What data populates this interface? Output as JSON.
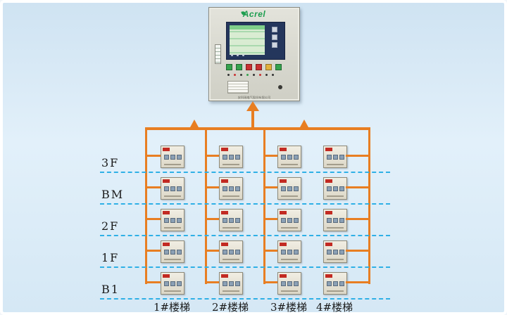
{
  "cabinet": {
    "brand": "Acrel",
    "footer": "安科瑞电气股份有限公司",
    "buttons": [
      "#35A24D",
      "#35A24D",
      "#C93030",
      "#C93030",
      "#E2B13C",
      "#35A24D"
    ],
    "leds": [
      "#333333",
      "#C93030",
      "#333333",
      "#35A24D",
      "#333333",
      "#C93030",
      "#333333",
      "#333333"
    ]
  },
  "floors": [
    "3F",
    "BM",
    "2F",
    "1F",
    "B1"
  ],
  "staircases": [
    "1#楼梯",
    "2#楼梯",
    "3#楼梯",
    "4#楼梯"
  ],
  "grid": {
    "rows": 5,
    "cols": 4
  },
  "colors": {
    "bus": "#E87E22",
    "floor_line": "#2FB0E6",
    "brand_green": "#1E9E50",
    "background": "#D7E9F5"
  }
}
